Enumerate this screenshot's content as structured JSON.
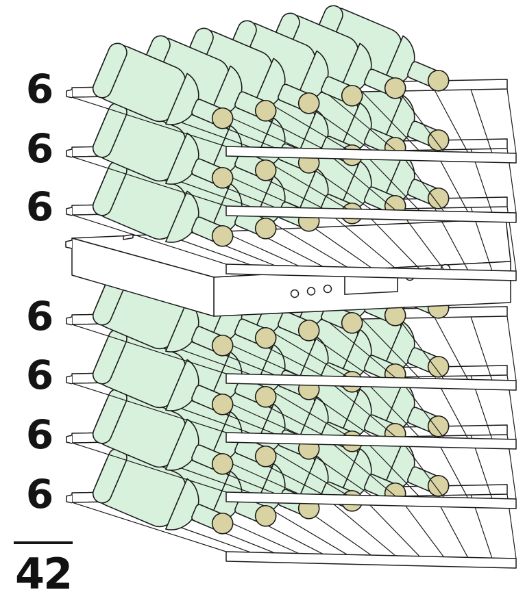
{
  "shelves": [
    {
      "count": "6"
    },
    {
      "count": "6"
    },
    {
      "count": "6"
    },
    {
      "count": "6"
    },
    {
      "count": "6"
    },
    {
      "count": "6"
    },
    {
      "count": "6"
    }
  ],
  "total": "42",
  "colors": {
    "bottle_glass": "#d8f1dc",
    "bottle_cap": "#d9d3a3",
    "outline": "#1a1a1a",
    "text": "#141414",
    "background": "#ffffff"
  }
}
